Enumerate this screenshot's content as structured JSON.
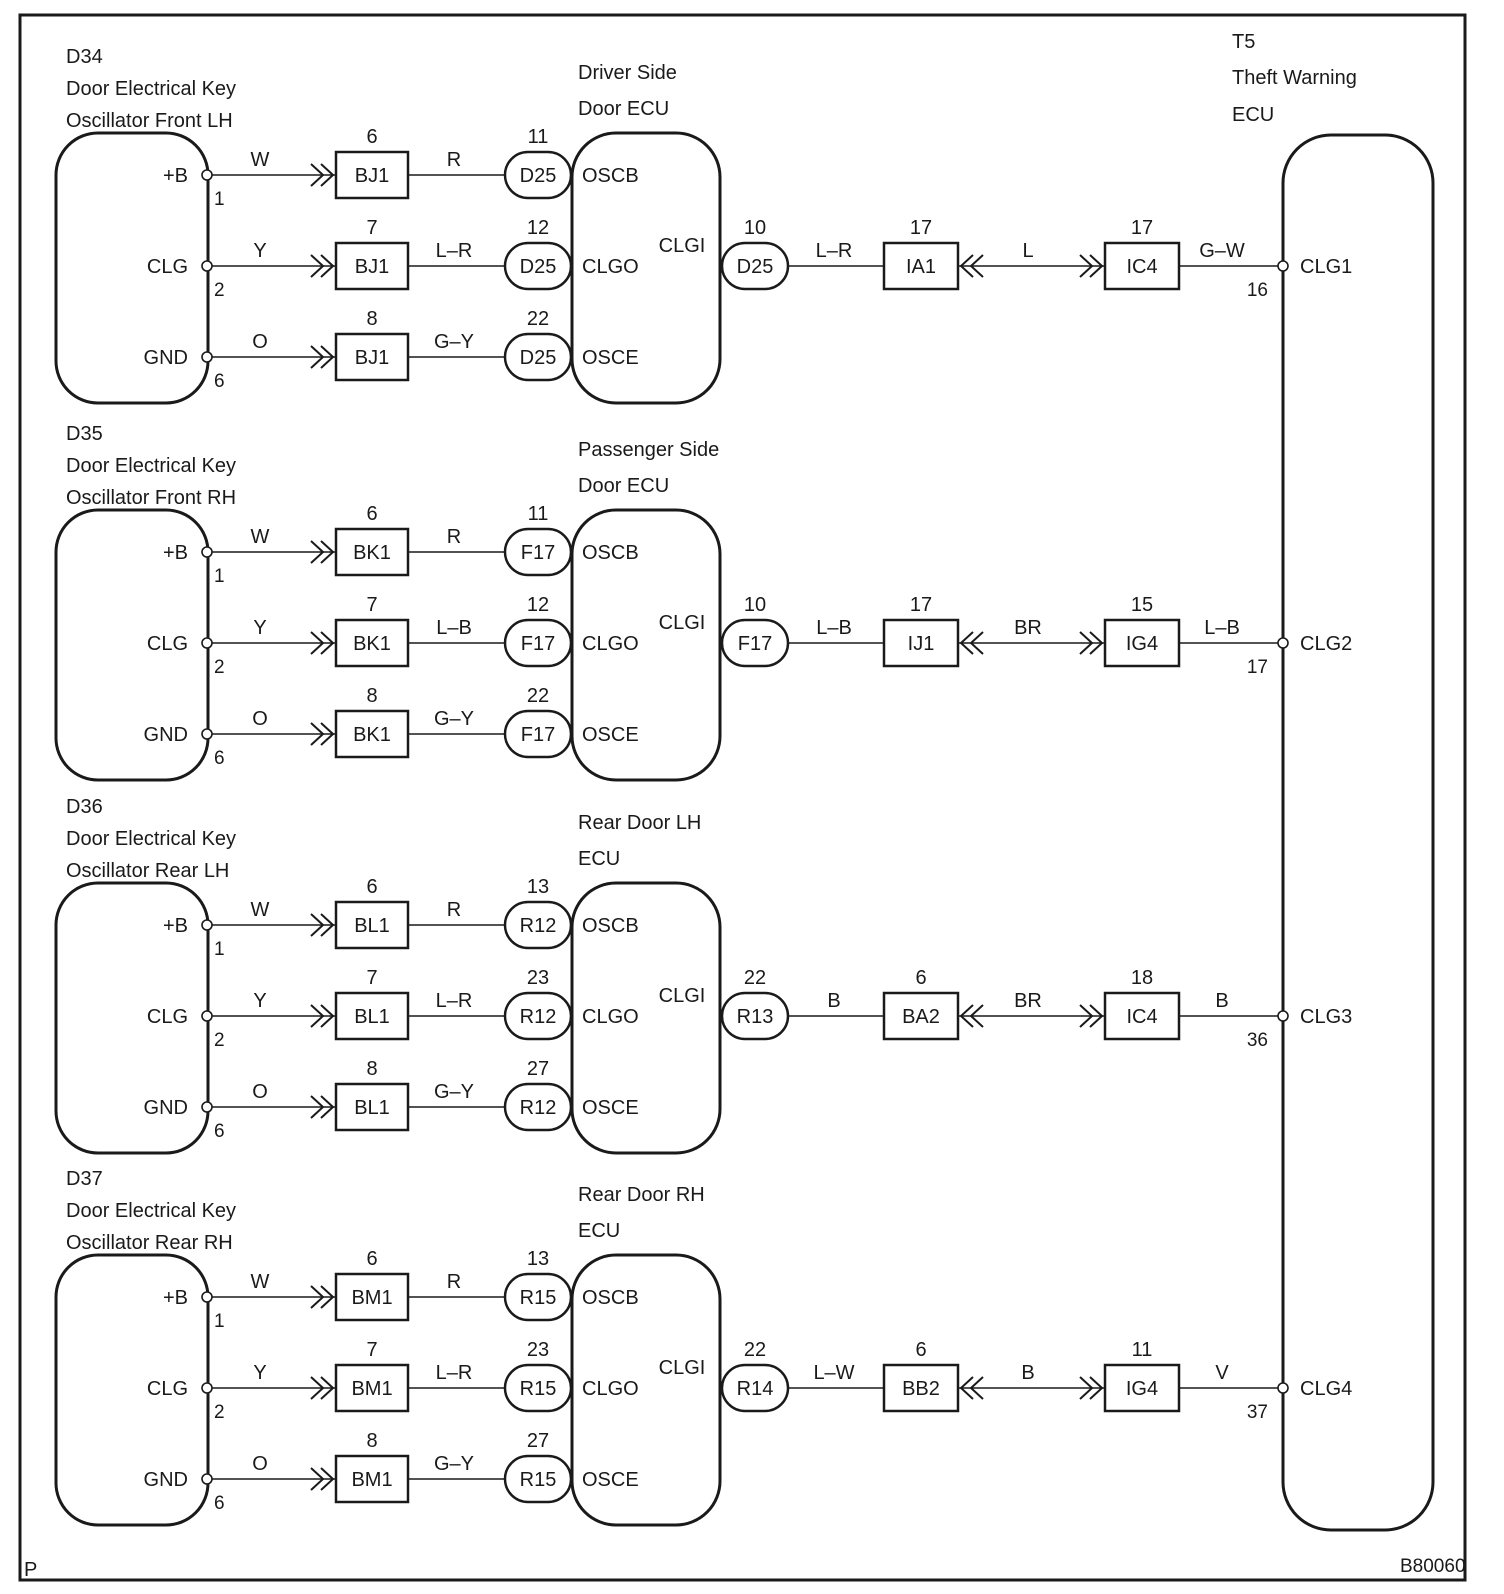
{
  "frame": {
    "corner_left": "P",
    "figure_code": "B80060"
  },
  "theft_ecu": {
    "code": "T5",
    "name_lines": [
      "Theft Warning",
      "ECU"
    ],
    "terminals": [
      {
        "name": "CLG1",
        "pin": "16"
      },
      {
        "name": "CLG2",
        "pin": "17"
      },
      {
        "name": "CLG3",
        "pin": "36"
      },
      {
        "name": "CLG4",
        "pin": "37"
      }
    ]
  },
  "oscillator_terminals": [
    {
      "name": "+B",
      "pin": "1"
    },
    {
      "name": "CLG",
      "pin": "2"
    },
    {
      "name": "GND",
      "pin": "6"
    }
  ],
  "door_ecu_terminals": [
    "OSCB",
    "CLGO",
    "OSCE"
  ],
  "door_ecu_output": "CLGI",
  "rows": [
    {
      "oscillator": {
        "code": "D34",
        "name_lines": [
          "Door Electrical Key",
          "Oscillator Front LH"
        ]
      },
      "ecu_lines": [
        "Driver Side",
        "Door ECU"
      ],
      "wires": [
        {
          "color": "W",
          "jc": "BJ1",
          "jc_pin": "6",
          "color2": "R",
          "conn": "D25",
          "conn_pin": "11"
        },
        {
          "color": "Y",
          "jc": "BJ1",
          "jc_pin": "7",
          "color2": "L–R",
          "conn": "D25",
          "conn_pin": "12"
        },
        {
          "color": "O",
          "jc": "BJ1",
          "jc_pin": "8",
          "color2": "G–Y",
          "conn": "D25",
          "conn_pin": "22"
        }
      ],
      "out": {
        "conn": "D25",
        "conn_pin": "10",
        "color1": "L–R",
        "jc1": "IA1",
        "jc1_pin": "17",
        "color2": "L",
        "jc2": "IC4",
        "jc2_pin": "17",
        "color3": "G–W"
      }
    },
    {
      "oscillator": {
        "code": "D35",
        "name_lines": [
          "Door Electrical Key",
          "Oscillator Front RH"
        ]
      },
      "ecu_lines": [
        "Passenger Side",
        "Door ECU"
      ],
      "wires": [
        {
          "color": "W",
          "jc": "BK1",
          "jc_pin": "6",
          "color2": "R",
          "conn": "F17",
          "conn_pin": "11"
        },
        {
          "color": "Y",
          "jc": "BK1",
          "jc_pin": "7",
          "color2": "L–B",
          "conn": "F17",
          "conn_pin": "12"
        },
        {
          "color": "O",
          "jc": "BK1",
          "jc_pin": "8",
          "color2": "G–Y",
          "conn": "F17",
          "conn_pin": "22"
        }
      ],
      "out": {
        "conn": "F17",
        "conn_pin": "10",
        "color1": "L–B",
        "jc1": "IJ1",
        "jc1_pin": "17",
        "color2": "BR",
        "jc2": "IG4",
        "jc2_pin": "15",
        "color3": "L–B"
      }
    },
    {
      "oscillator": {
        "code": "D36",
        "name_lines": [
          "Door Electrical Key",
          "Oscillator Rear LH"
        ]
      },
      "ecu_lines": [
        "Rear Door LH",
        "ECU"
      ],
      "wires": [
        {
          "color": "W",
          "jc": "BL1",
          "jc_pin": "6",
          "color2": "R",
          "conn": "R12",
          "conn_pin": "13"
        },
        {
          "color": "Y",
          "jc": "BL1",
          "jc_pin": "7",
          "color2": "L–R",
          "conn": "R12",
          "conn_pin": "23"
        },
        {
          "color": "O",
          "jc": "BL1",
          "jc_pin": "8",
          "color2": "G–Y",
          "conn": "R12",
          "conn_pin": "27"
        }
      ],
      "out": {
        "conn": "R13",
        "conn_pin": "22",
        "color1": "B",
        "jc1": "BA2",
        "jc1_pin": "6",
        "color2": "BR",
        "jc2": "IC4",
        "jc2_pin": "18",
        "color3": "B"
      }
    },
    {
      "oscillator": {
        "code": "D37",
        "name_lines": [
          "Door Electrical Key",
          "Oscillator Rear RH"
        ]
      },
      "ecu_lines": [
        "Rear Door RH",
        "ECU"
      ],
      "wires": [
        {
          "color": "W",
          "jc": "BM1",
          "jc_pin": "6",
          "color2": "R",
          "conn": "R15",
          "conn_pin": "13"
        },
        {
          "color": "Y",
          "jc": "BM1",
          "jc_pin": "7",
          "color2": "L–R",
          "conn": "R15",
          "conn_pin": "23"
        },
        {
          "color": "O",
          "jc": "BM1",
          "jc_pin": "8",
          "color2": "G–Y",
          "conn": "R15",
          "conn_pin": "27"
        }
      ],
      "out": {
        "conn": "R14",
        "conn_pin": "22",
        "color1": "L–W",
        "jc1": "BB2",
        "jc1_pin": "6",
        "color2": "B",
        "jc2": "IG4",
        "jc2_pin": "11",
        "color3": "V"
      }
    }
  ]
}
